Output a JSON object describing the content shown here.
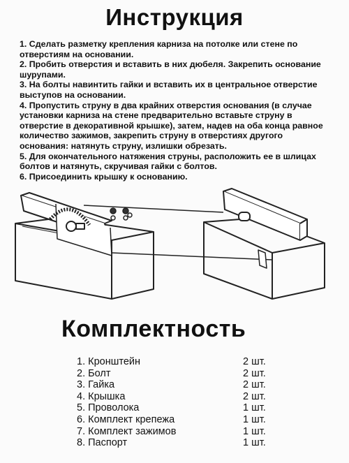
{
  "title": "Инструкция",
  "steps": [
    "1. Сделать разметку крепления карниза на потолке или стене по отверстиям на основании.",
    "2. Пробить отверстия и вставить в них дюбеля. Закрепить основание шурупами.",
    "3. На болты      навинтить гайки и вставить их в центральное отверстие выступов на основании.",
    "4. Пропустить струну в два крайних отверстия основания (в случае установки карниза на стене предварительно вставьте струну в отверстие в декоративной крышке), затем, надев на оба конца равное количество зажимов, закрепить струну в отверстиях другого основания: натянуть струну, излишки обрезать.",
    "5. Для окончательного натяжения струны,  расположить ее в шлицах болтов      и натянуть, скручивая гайки с болтов.",
    "6. Присоединить крышку к основанию."
  ],
  "kit_title": "Комплектность",
  "kit_items": [
    {
      "name": "1. Кронштейн",
      "qty": "2 шт."
    },
    {
      "name": "2. Болт",
      "qty": "2 шт."
    },
    {
      "name": "3. Гайка",
      "qty": "2 шт."
    },
    {
      "name": "4. Крышка",
      "qty": "2 шт."
    },
    {
      "name": "5. Проволока",
      "qty": "1 шт."
    },
    {
      "name": "6. Комплект крепежа",
      "qty": "1 шт."
    },
    {
      "name": "7. Комплект зажимов",
      "qty": "1 шт."
    },
    {
      "name": "8. Паспорт",
      "qty": "1 шт."
    }
  ]
}
